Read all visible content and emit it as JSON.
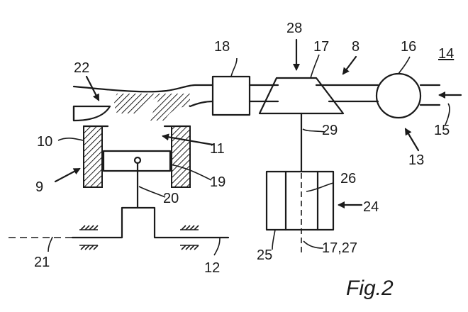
{
  "figure": {
    "caption": "Fig.2"
  },
  "labels": {
    "l8": "8",
    "l9": "9",
    "l10": "10",
    "l11": "11",
    "l12": "12",
    "l13": "13",
    "l14": "14",
    "l15": "15",
    "l16": "16",
    "l17": "17",
    "l18": "18",
    "l19": "19",
    "l20": "20",
    "l21": "21",
    "l22": "22",
    "l24": "24",
    "l25": "25",
    "l26": "26",
    "l28": "28",
    "l29": "29",
    "l1727": "17,27"
  }
}
